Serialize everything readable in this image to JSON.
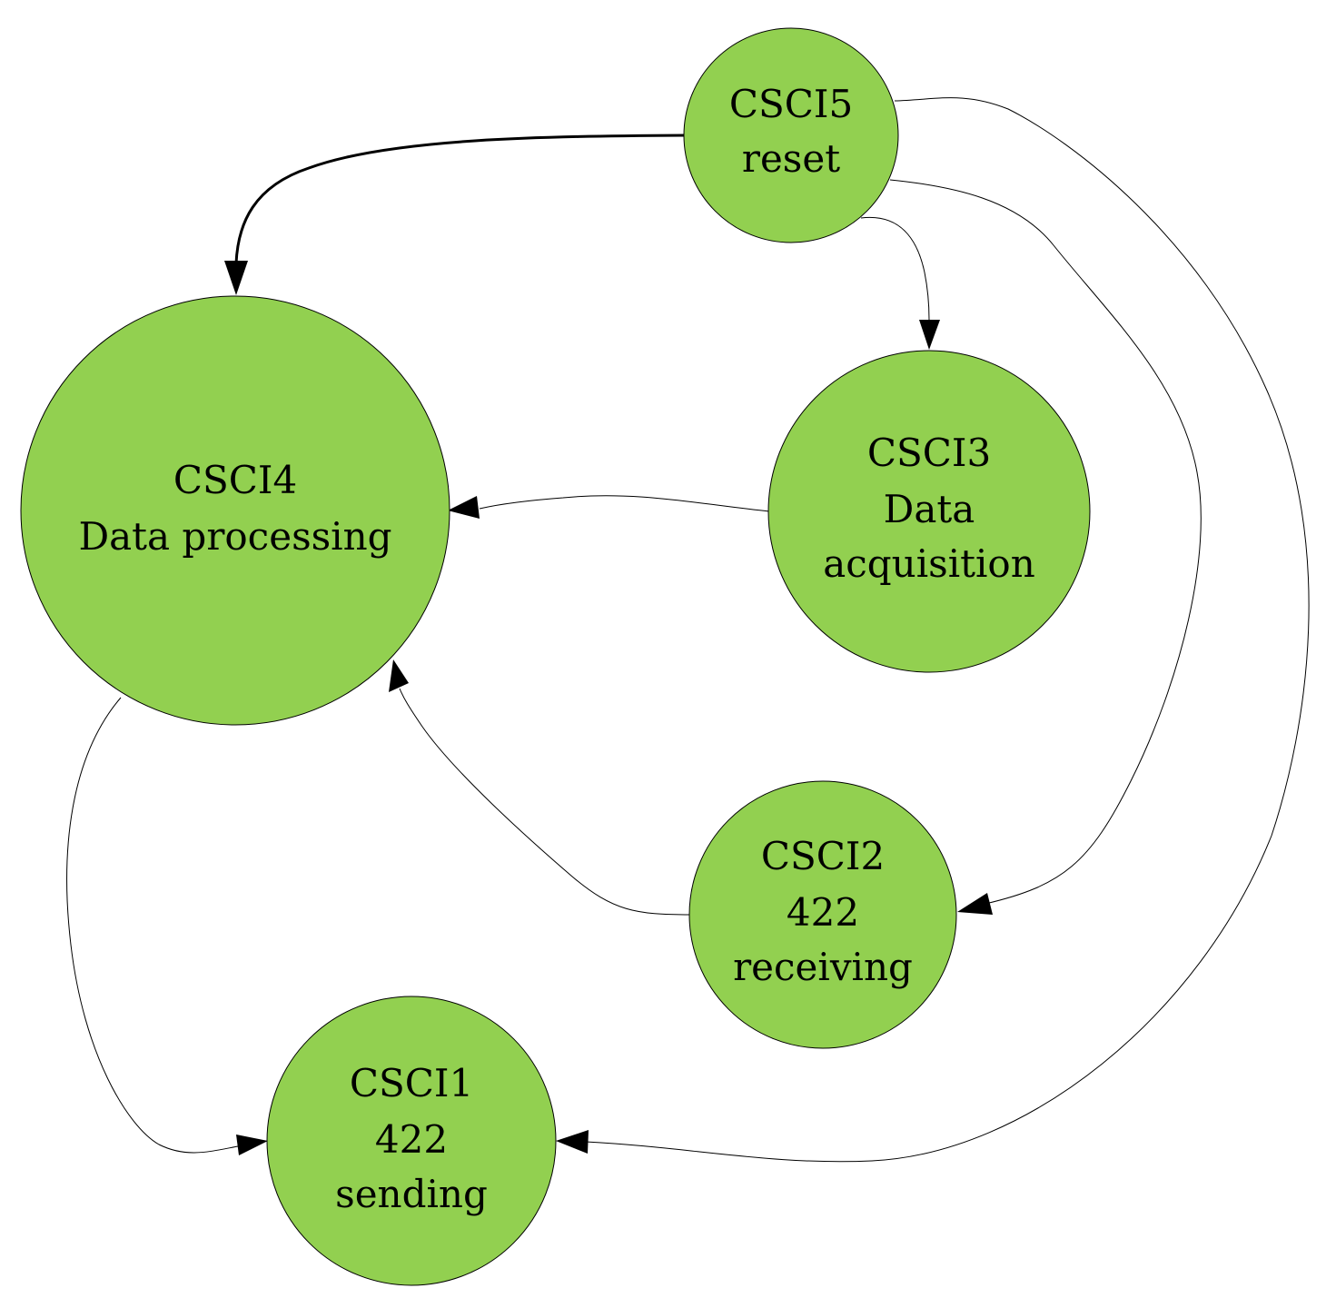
{
  "diagram": {
    "colors": {
      "node_fill": "#92D050",
      "stroke": "#000000",
      "background": "#ffffff"
    },
    "nodes": {
      "csci5": {
        "lines": [
          "CSCI5",
          "reset"
        ]
      },
      "csci4": {
        "lines": [
          "CSCI4",
          "Data processing"
        ]
      },
      "csci3": {
        "lines": [
          "CSCI3",
          "Data",
          "acquisition"
        ]
      },
      "csci2": {
        "lines": [
          "CSCI2",
          "422",
          "receiving"
        ]
      },
      "csci1": {
        "lines": [
          "CSCI1",
          "422",
          "sending"
        ]
      }
    },
    "edges": [
      {
        "from": "csci5",
        "to": "csci4"
      },
      {
        "from": "csci5",
        "to": "csci3"
      },
      {
        "from": "csci5",
        "to": "csci2"
      },
      {
        "from": "csci5",
        "to": "csci1"
      },
      {
        "from": "csci3",
        "to": "csci4"
      },
      {
        "from": "csci2",
        "to": "csci4"
      },
      {
        "from": "csci4",
        "to": "csci1"
      }
    ]
  }
}
